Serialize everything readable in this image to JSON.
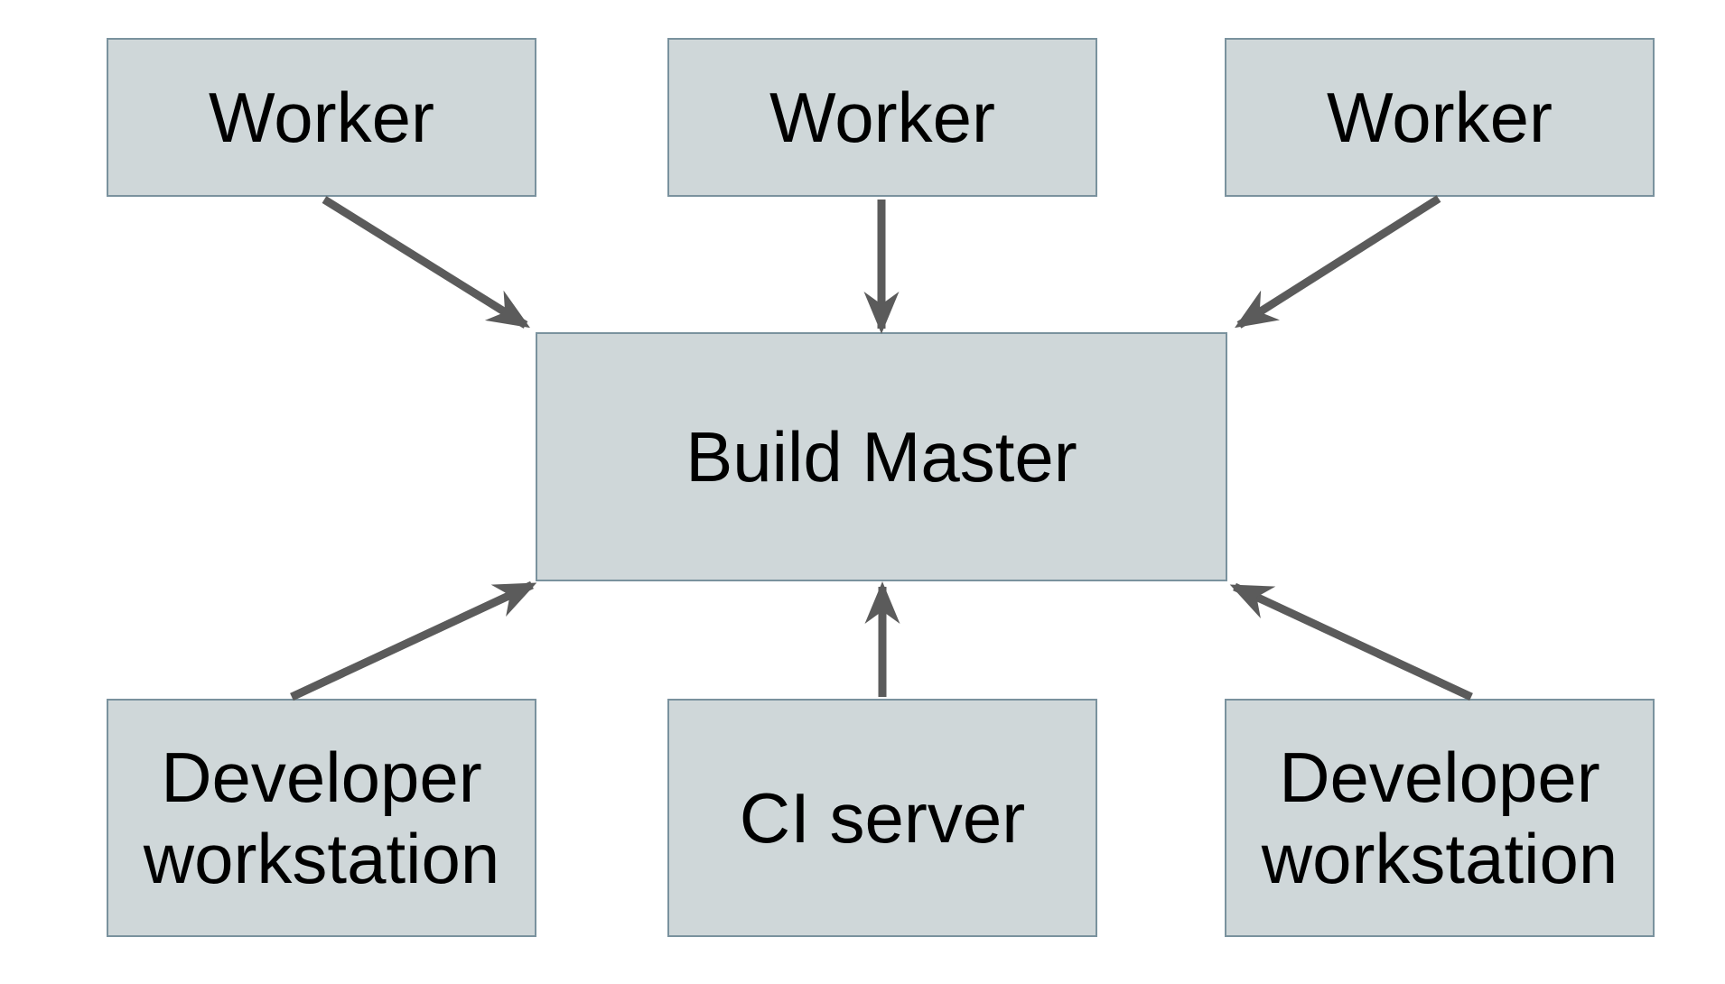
{
  "nodes": {
    "worker_1": {
      "label": "Worker"
    },
    "worker_2": {
      "label": "Worker"
    },
    "worker_3": {
      "label": "Worker"
    },
    "build_master": {
      "label": "Build Master"
    },
    "dev_workstation_left": {
      "label": "Developer workstation"
    },
    "ci_server": {
      "label": "CI server"
    },
    "dev_workstation_right": {
      "label": "Developer workstation"
    }
  },
  "edges": [
    {
      "from": "worker_1",
      "to": "build_master"
    },
    {
      "from": "worker_2",
      "to": "build_master"
    },
    {
      "from": "worker_3",
      "to": "build_master"
    },
    {
      "from": "dev_workstation_left",
      "to": "build_master"
    },
    {
      "from": "ci_server",
      "to": "build_master"
    },
    {
      "from": "dev_workstation_right",
      "to": "build_master"
    }
  ],
  "colors": {
    "node_fill": "#cfd7d9",
    "node_border": "#7a929e",
    "arrow_color": "#5b5b5b",
    "text_color": "#000000",
    "background": "#ffffff"
  }
}
